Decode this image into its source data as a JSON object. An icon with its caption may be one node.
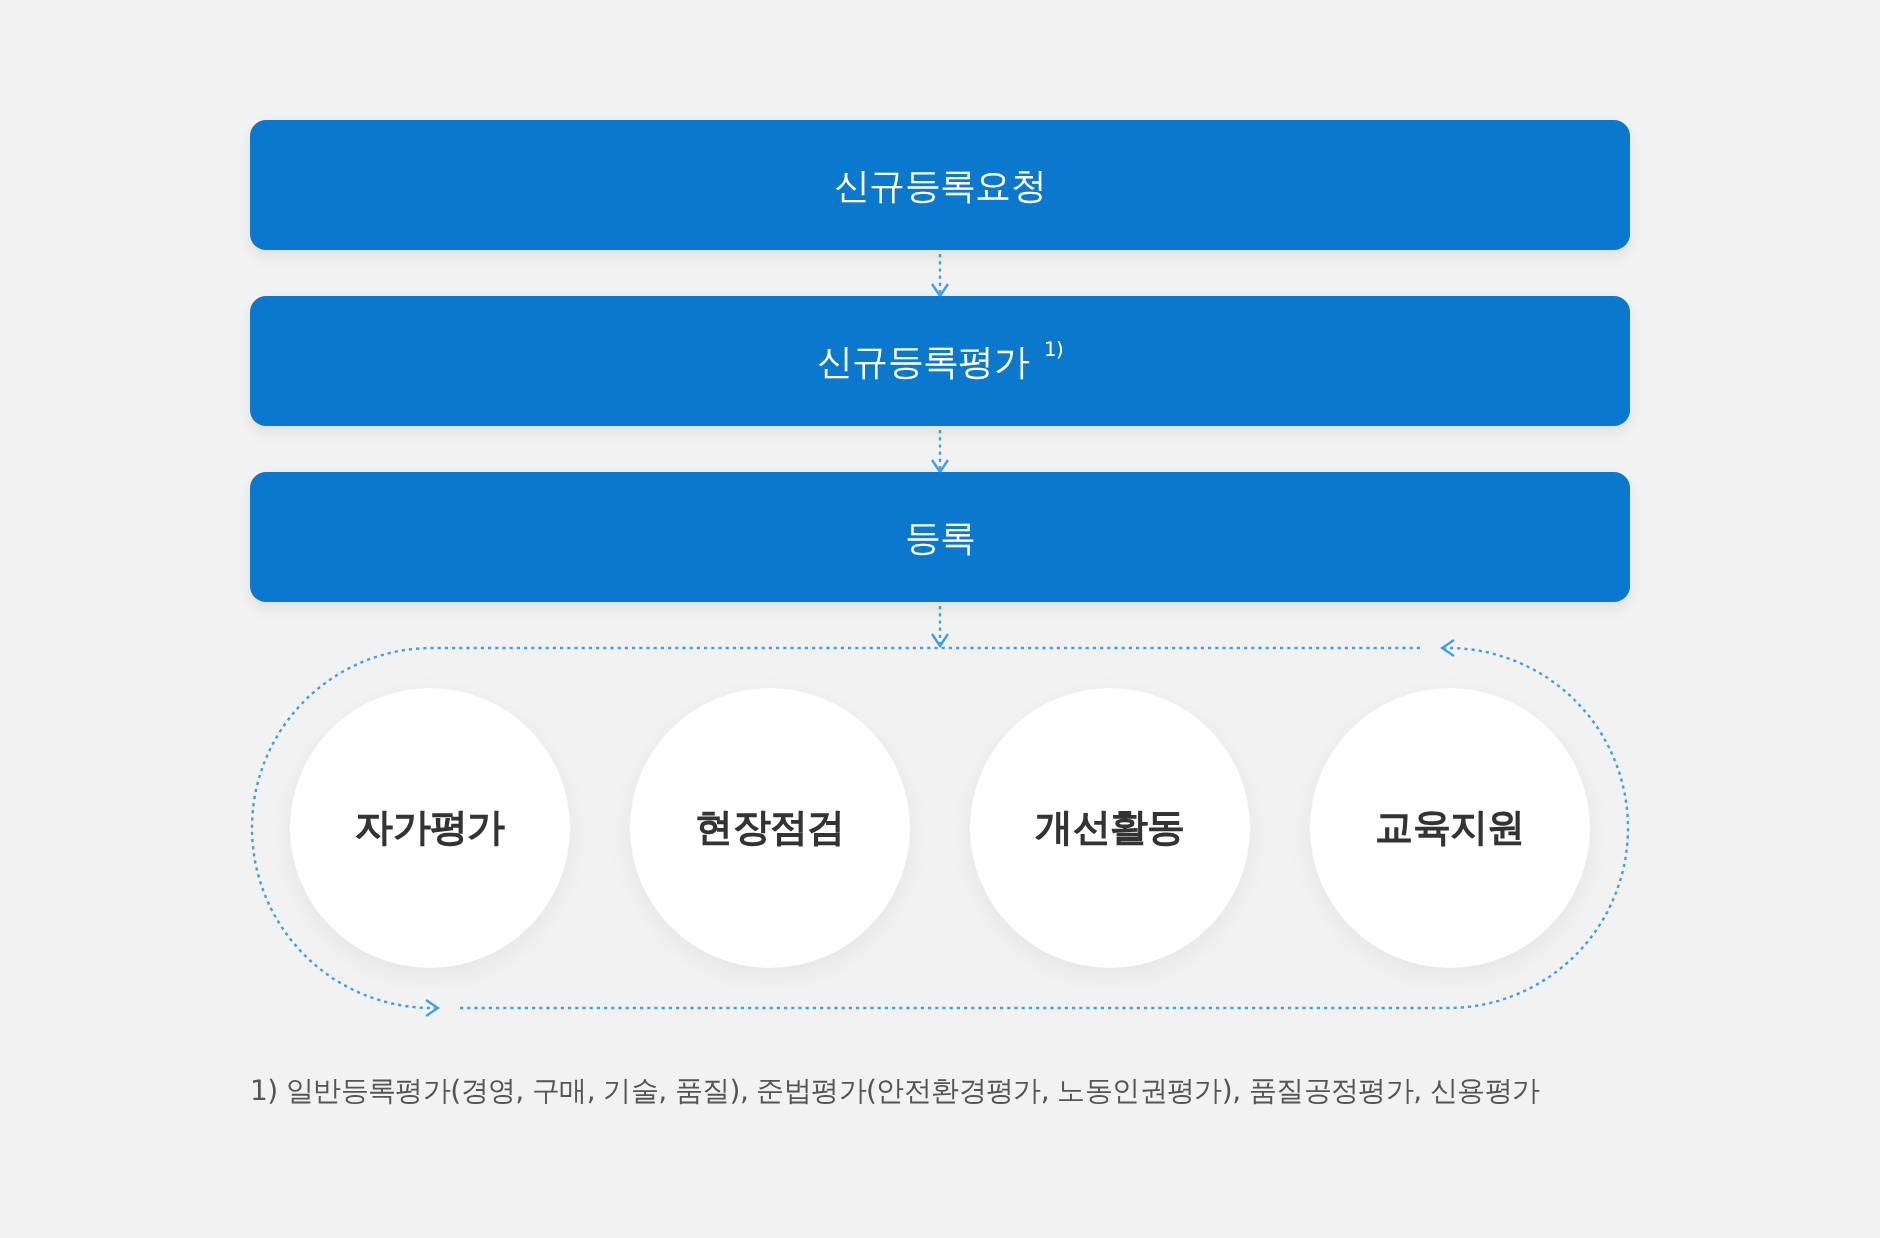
{
  "diagram": {
    "nodes": [
      {
        "text": [
          "신규등록요청"
        ]
      },
      {
        "text": [
          "신규등록평가 $^{1)}$"
        ]
      },
      {
        "text": [
          "등록"
        ]
      },
      {
        "text": [],
        "shape": "loop"
      },
      {
        "text": [
          "자가평가"
        ],
        "in": 3
      },
      {
        "text": [
          "현장점검"
        ],
        "in": 3
      },
      {
        "text": [
          "개선활동"
        ],
        "in": 3
      },
      {
        "text": [
          "교육지원"
        ],
        "in": 3
      }
    ],
    "edges": [
      {
        "from": 0,
        "to": 1,
        "arrow": "to",
        "style": "dashed"
      },
      {
        "from": 1,
        "to": 2,
        "arrow": "to",
        "style": "dashed"
      },
      {
        "from": 2,
        "to": 3,
        "arrow": "to",
        "style": "dashed"
      }
    ],
    "labels": [
      "1) 일반등록평가(경영, 구매, 기술, 품질), 준법평가(안전환경평가, 노동인권평가), 품질공정평가, 신용평가"
    ]
  }
}
